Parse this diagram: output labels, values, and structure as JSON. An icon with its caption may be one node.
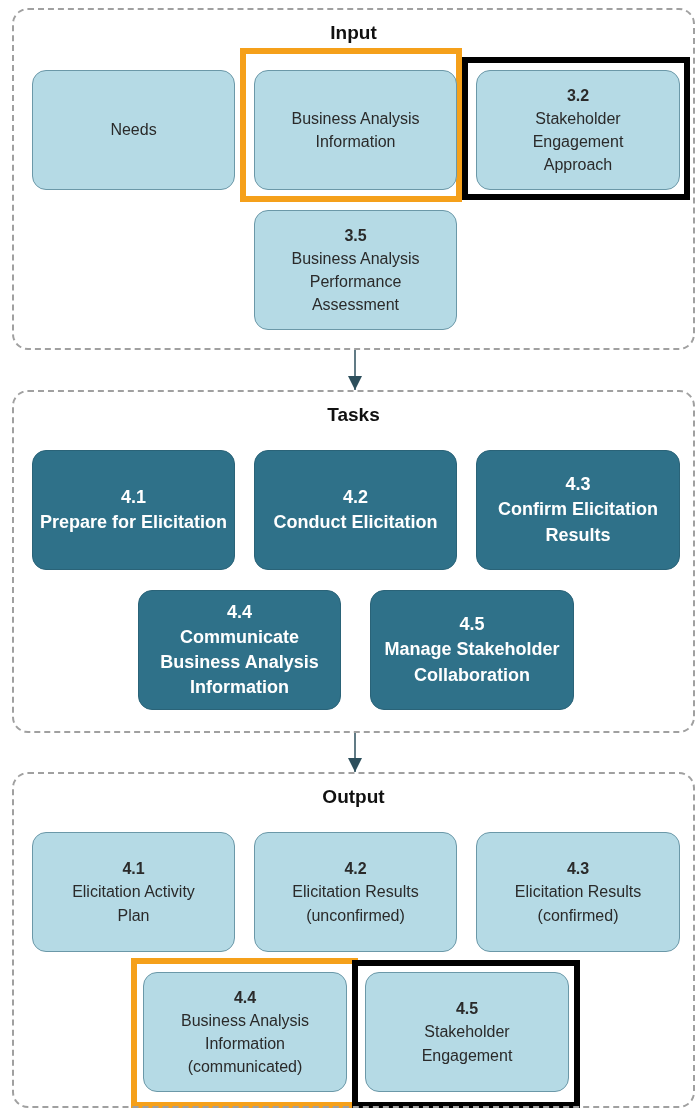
{
  "diagram": {
    "nodes": [
      {
        "text": [
          "Input"
        ]
      },
      {
        "text": [
          "Needs"
        ],
        "in": 0
      },
      {
        "text": [
          "Business Analysis Information"
        ],
        "in": 0
      },
      {
        "text": [
          "3.2",
          "Stakeholder Engagement Approach"
        ],
        "in": 0
      },
      {
        "text": [
          "3.5",
          "Business Analysis Performance Assessment"
        ],
        "in": 0
      },
      {
        "text": [
          "Tasks"
        ]
      },
      {
        "text": [
          "4.1",
          "Prepare for Elicitation"
        ],
        "in": 5
      },
      {
        "text": [
          "4.2",
          "Conduct Elicitation"
        ],
        "in": 5
      },
      {
        "text": [
          "4.3",
          "Confirm Elicitation Results"
        ],
        "in": 5
      },
      {
        "text": [
          "4.4",
          "Communicate Business Analysis Information"
        ],
        "in": 5
      },
      {
        "text": [
          "4.5",
          "Manage Stakeholder Collaboration"
        ],
        "in": 5
      },
      {
        "text": [
          "Output"
        ]
      },
      {
        "text": [
          "4.1",
          "Elicitation Activity Plan"
        ],
        "in": 11
      },
      {
        "text": [
          "4.2",
          "Elicitation Results (unconfirmed)"
        ],
        "in": 11
      },
      {
        "text": [
          "4.3",
          "Elicitation Results (confirmed)"
        ],
        "in": 11
      },
      {
        "text": [
          "4.4",
          "Business Analysis Information (communicated)"
        ],
        "in": 11
      },
      {
        "text": [
          "4.5",
          "Stakeholder Engagement"
        ],
        "in": 11
      }
    ],
    "edges": [
      {
        "from": 0,
        "to": 5,
        "arrow": "to"
      },
      {
        "from": 5,
        "to": 11,
        "arrow": "to"
      }
    ]
  }
}
